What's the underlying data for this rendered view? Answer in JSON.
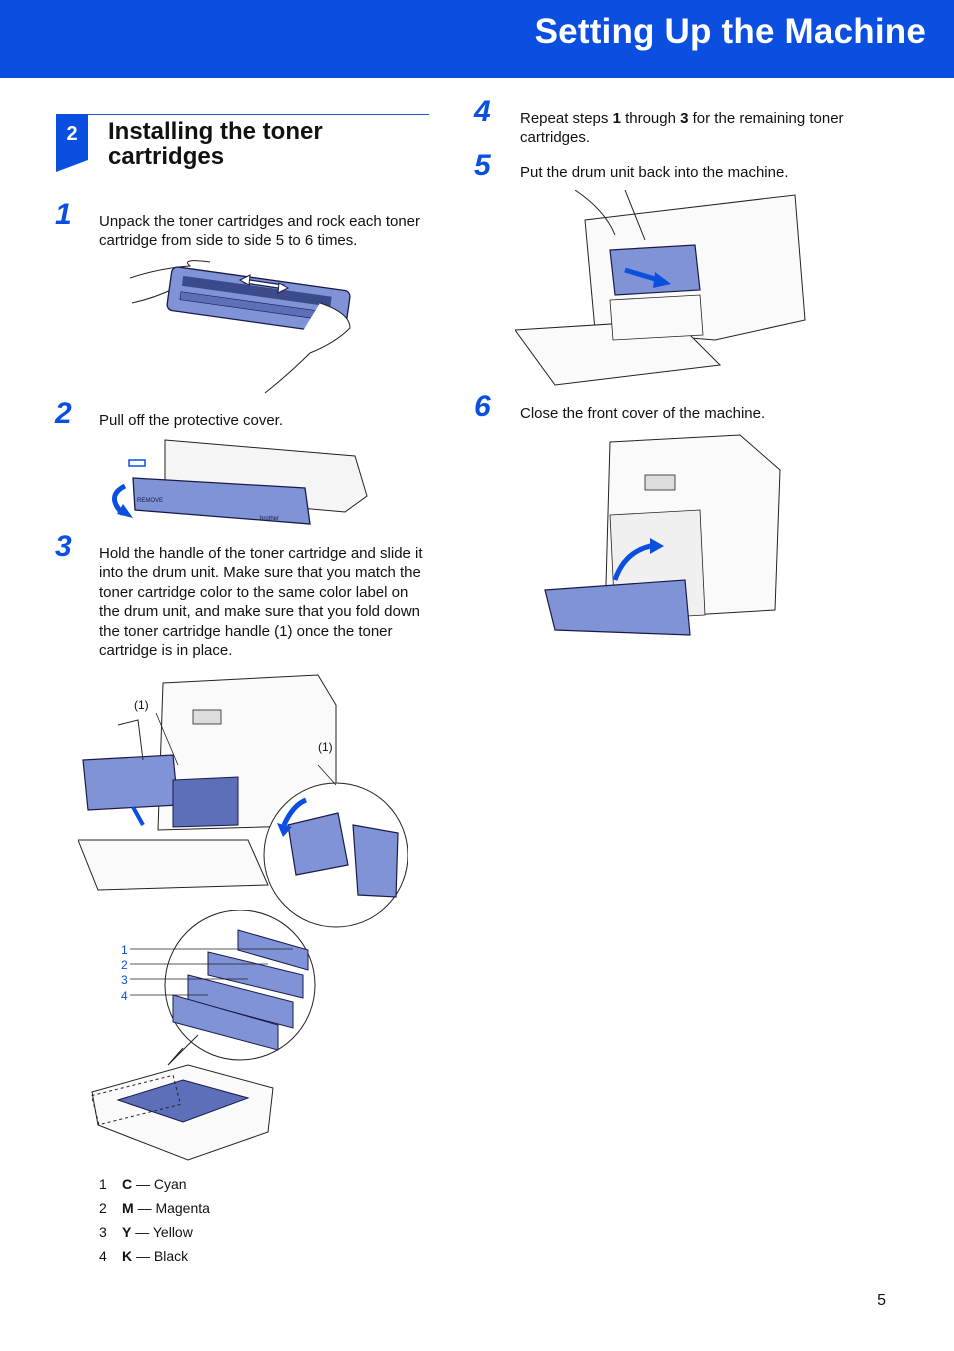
{
  "header": {
    "title": "Setting Up the Machine"
  },
  "section": {
    "number": "2",
    "title": "Installing the toner cartridges"
  },
  "steps": [
    {
      "num": "1",
      "text": "Unpack the toner cartridges and rock each toner cartridge from side to side 5 to 6 times."
    },
    {
      "num": "2",
      "text": "Pull off the protective cover."
    },
    {
      "num": "3",
      "text": "Hold the handle of the toner cartridge and slide it into the drum unit. Make sure that you match the toner cartridge color to the same color label on the drum unit, and make sure that you fold down the toner cartridge handle (1) once the toner cartridge is in place."
    },
    {
      "num": "4",
      "pre": "Repeat steps ",
      "b1": "1",
      "mid": " through ",
      "b2": "3",
      "post": " for the remaining toner cartridges."
    },
    {
      "num": "5",
      "text": "Put the drum unit back into the machine."
    },
    {
      "num": "6",
      "text": "Close the front cover of the machine."
    }
  ],
  "illustrations": {
    "cartridge_label": "REMOVE",
    "brand_label": "brother",
    "callout_handle": "(1)",
    "callout_handle_zoom": "(1)",
    "color_numbers": [
      "1",
      "2",
      "3",
      "4"
    ]
  },
  "legend": [
    {
      "num": "1",
      "code": "C",
      "name": "— Cyan"
    },
    {
      "num": "2",
      "code": "M",
      "name": "— Magenta"
    },
    {
      "num": "3",
      "code": "Y",
      "name": "— Yellow"
    },
    {
      "num": "4",
      "code": "K",
      "name": "— Black"
    }
  ],
  "colors": {
    "brand_blue": "#0b4fe0",
    "part_blue": "#7f93d6"
  },
  "page_number": "5"
}
